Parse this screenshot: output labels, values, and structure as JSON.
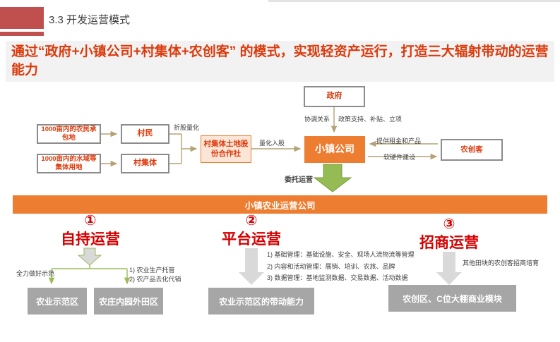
{
  "header": {
    "title": "3.3 开发运营模式"
  },
  "headline": "通过“政府+小镇公司+村集体+农创客” 的模式，实现轻资产运行，打造三大辐射带动的运营能力",
  "flow": {
    "farmer_land": "1000亩内的农民承包地",
    "villagers": "村民",
    "water_land": "1000亩内的水域等集体用地",
    "village_collective": "村集体",
    "coop": "村集体土地股份合作社",
    "government": "政府",
    "town_company": "小镇公司",
    "agri_maker": "农创客",
    "operating_company": "小镇农业运营公司",
    "labels": {
      "share_conversion": "折股量化",
      "equity_injection": "量化入股",
      "coordination": "协调关系",
      "policy_support": "政策支持、补贴、立项",
      "rent_products": "提供租金和产品",
      "software_hardware": "软硬件建设",
      "entrusted_operation": "委托运营"
    }
  },
  "sections": [
    {
      "num": "①",
      "title": "自持运营",
      "left_label": "全力做好示范",
      "notes": [
        "1) 农业生产托管",
        "2) 农产品去化代销"
      ],
      "boxes": [
        "农业示范区",
        "农庄内园外田区"
      ]
    },
    {
      "num": "②",
      "title": "平台运营",
      "notes": [
        "1) 基础管理：基础设施、安全、现场人流物流等管理",
        "2) 内容和活动管理：展销、培训、农旅、品牌",
        "3) 数据管理：基地监测数据、交易数据、活动数据"
      ],
      "boxes": [
        "农业示范区的带动能力"
      ]
    },
    {
      "num": "③",
      "title": "招商运营",
      "notes": [
        "其他田块的农创客招商培育"
      ],
      "boxes": [
        "农创区、C位大棚商业模块"
      ]
    }
  ],
  "colors": {
    "brand_red": "#C0504D",
    "headline_red": "#DC3A0C",
    "accent_orange": "#ED7D31",
    "peach": "#FBE5D6",
    "green_arrow": "#94BB54",
    "section_red": "#D40000",
    "gray_box": "#A6A6A6",
    "connector_tan": "#B3A374"
  }
}
